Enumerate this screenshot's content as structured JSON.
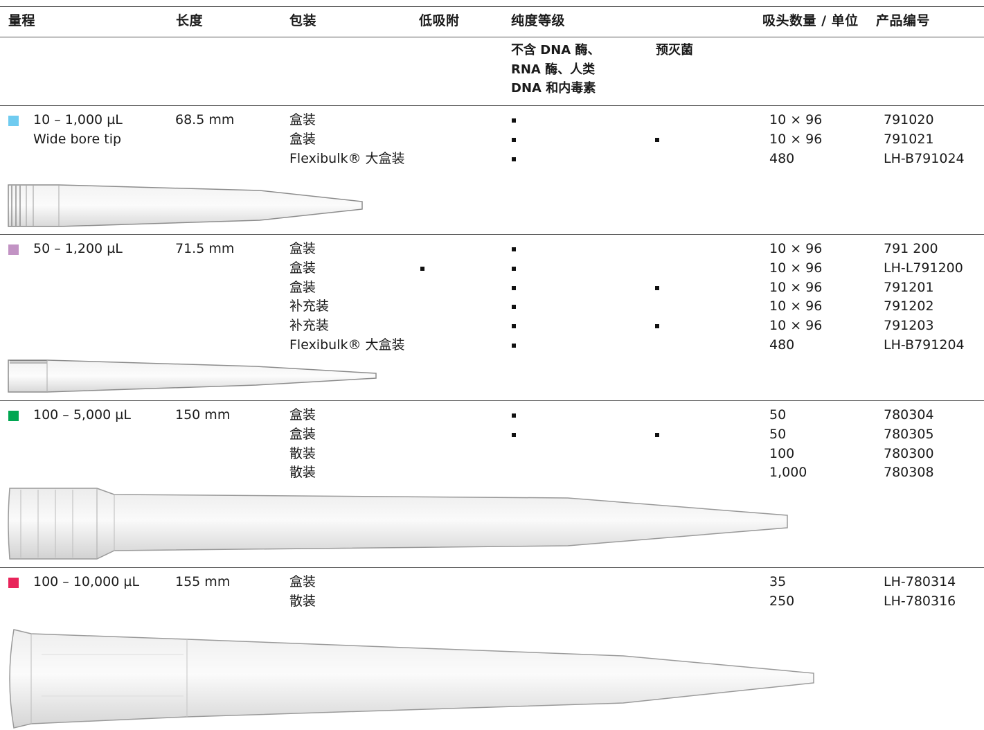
{
  "colors": {
    "rule": "#555555",
    "swatch_1": "#6fcbf0",
    "swatch_2": "#c293c4",
    "swatch_3": "#00a651",
    "swatch_4": "#e8245a"
  },
  "header": {
    "range": "量程",
    "length": "长度",
    "packaging": "包装",
    "low_retention": "低吸附",
    "purity": "纯度等级",
    "tips_per_unit": "吸头数量 / 单位",
    "order_no": "产品编号"
  },
  "subheader": {
    "purity_free_line1": "不含 DNA 酶、",
    "purity_free_line2": "RNA 酶、人类",
    "purity_free_line3": "DNA 和内毒素",
    "presterilized": "预灭菌"
  },
  "groups": [
    {
      "range_line1": "10 – 1,000 µL",
      "range_line2": "Wide bore tip",
      "length": "68.5 mm",
      "tip_icon": "pipette-tip-1000",
      "rows": [
        {
          "pack": "盒装",
          "low": false,
          "free": true,
          "steril": false,
          "qty": "10 × 96",
          "order": "791020"
        },
        {
          "pack": "盒装",
          "low": false,
          "free": true,
          "steril": true,
          "qty": "10 × 96",
          "order": "791021"
        },
        {
          "pack": "Flexibulk® 大盒装",
          "low": false,
          "free": true,
          "steril": false,
          "qty": "480",
          "order": "LH-B791024"
        }
      ]
    },
    {
      "range_line1": "50 – 1,200 µL",
      "range_line2": "",
      "length": "71.5 mm",
      "tip_icon": "pipette-tip-1200",
      "rows": [
        {
          "pack": "盒装",
          "low": false,
          "free": true,
          "steril": false,
          "qty": "10 × 96",
          "order": "791 200"
        },
        {
          "pack": "盒装",
          "low": true,
          "free": true,
          "steril": false,
          "qty": "10 × 96",
          "order": "LH-L791200"
        },
        {
          "pack": "盒装",
          "low": false,
          "free": true,
          "steril": true,
          "qty": "10 × 96",
          "order": "791201"
        },
        {
          "pack": "补充装",
          "low": false,
          "free": true,
          "steril": false,
          "qty": "10 × 96",
          "order": "791202"
        },
        {
          "pack": "补充装",
          "low": false,
          "free": true,
          "steril": true,
          "qty": "10 × 96",
          "order": "791203"
        },
        {
          "pack": "Flexibulk® 大盒装",
          "low": false,
          "free": true,
          "steril": false,
          "qty": "480",
          "order": "LH-B791204"
        }
      ]
    },
    {
      "range_line1": "100 – 5,000 µL",
      "range_line2": "",
      "length": "150 mm",
      "tip_icon": "pipette-tip-5000",
      "rows": [
        {
          "pack": "盒装",
          "low": false,
          "free": true,
          "steril": false,
          "qty": "50",
          "order": "780304"
        },
        {
          "pack": "盒装",
          "low": false,
          "free": true,
          "steril": true,
          "qty": "50",
          "order": "780305"
        },
        {
          "pack": "散装",
          "low": false,
          "free": false,
          "steril": false,
          "qty": "100",
          "order": "780300"
        },
        {
          "pack": "散装",
          "low": false,
          "free": false,
          "steril": false,
          "qty": "1,000",
          "order": "780308"
        }
      ]
    },
    {
      "range_line1": "100 – 10,000 µL",
      "range_line2": "",
      "length": "155 mm",
      "tip_icon": "pipette-tip-10000",
      "rows": [
        {
          "pack": "盒装",
          "low": false,
          "free": false,
          "steril": false,
          "qty": "35",
          "order": "LH-780314"
        },
        {
          "pack": "散装",
          "low": false,
          "free": false,
          "steril": false,
          "qty": "250",
          "order": "LH-780316"
        }
      ]
    }
  ]
}
